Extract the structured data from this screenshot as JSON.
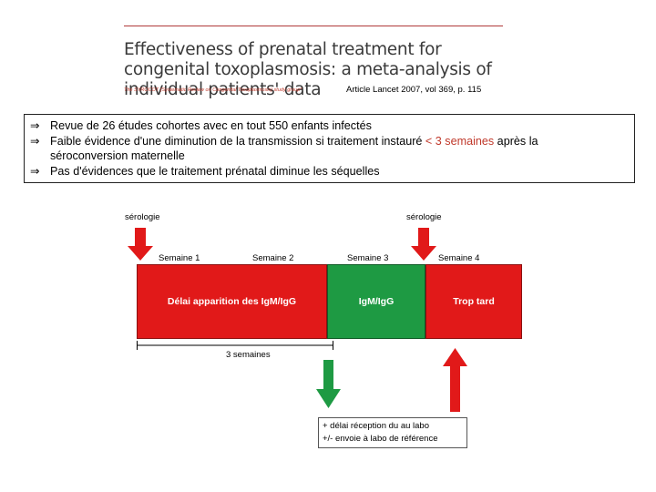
{
  "header": {
    "title": "Effectiveness of prenatal treatment for congenital toxoplasmosis: a meta-analysis of individual patients' data",
    "authors": "The SYROCOT (Systematic Review on Congenital Toxoplasmosis) study group*",
    "citation": "Article Lancet 2007, vol 369, p. 115"
  },
  "bullets": {
    "arrow": "⇒",
    "b1": "Revue de 26 études cohortes avec en tout 550 enfants infectés",
    "b2_pre": "Faible évidence d'une diminution de la transmission si traitement instauré ",
    "b2_red": "< 3 semaines",
    "b2_post": " après la",
    "b2_cont": "séroconversion maternelle",
    "b3": "Pas d'évidences que le traitement prénatal diminue les séquelles"
  },
  "timeline": {
    "serology_left": "sérologie",
    "serology_right": "sérologie",
    "weeks": [
      "Semaine 1",
      "Semaine 2",
      "Semaine 3",
      "Semaine 4"
    ],
    "seg1": "Délai apparition des IgM/IgG",
    "seg2": "IgM/IgG",
    "seg3": "Trop tard",
    "span_label": "3 semaines"
  },
  "info": {
    "line1": "+ délai réception du au labo",
    "line2": "+/- envoie à labo de référence"
  },
  "colors": {
    "red": "#e11919",
    "green": "#1e9a43",
    "accent_text": "#c0392b"
  }
}
